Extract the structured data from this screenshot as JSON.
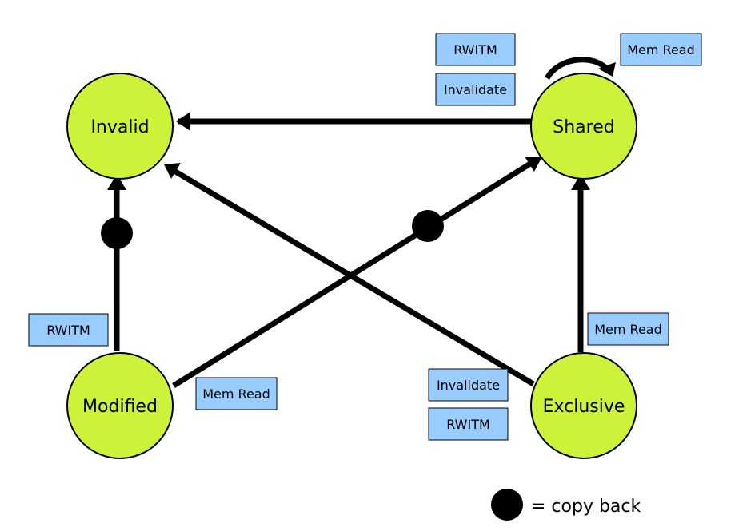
{
  "colors": {
    "state_fill": "#ccf23a",
    "state_stroke": "#000000",
    "label_box_fill": "#99ccff",
    "label_box_stroke": "#000000",
    "edge": "#000000"
  },
  "states": {
    "invalid": "Invalid",
    "shared": "Shared",
    "modified": "Modified",
    "exclusive": "Exclusive"
  },
  "transitions": [
    {
      "from": "Shared",
      "to": "Invalid",
      "events": [
        "RWITM",
        "Invalidate"
      ],
      "copy_back": false
    },
    {
      "from": "Shared",
      "to": "Shared",
      "events": [
        "Mem Read"
      ],
      "copy_back": false
    },
    {
      "from": "Modified",
      "to": "Invalid",
      "events": [
        "RWITM"
      ],
      "copy_back": true
    },
    {
      "from": "Modified",
      "to": "Shared",
      "events": [
        "Mem Read"
      ],
      "copy_back": true
    },
    {
      "from": "Exclusive",
      "to": "Invalid",
      "events": [
        "Invalidate",
        "RWITM"
      ],
      "copy_back": false
    },
    {
      "from": "Exclusive",
      "to": "Shared",
      "events": [
        "Mem Read"
      ],
      "copy_back": false
    }
  ],
  "labels": {
    "shared_invalid_rwitm": "RWITM",
    "shared_invalid_invalidate": "Invalidate",
    "shared_self_memread": "Mem Read",
    "modified_invalid_rwitm": "RWITM",
    "modified_shared_memread": "Mem Read",
    "exclusive_invalid_invalidate": "Invalidate",
    "exclusive_invalid_rwitm": "RWITM",
    "exclusive_shared_memread": "Mem Read"
  },
  "legend": {
    "copy_back_label": "= copy back"
  }
}
